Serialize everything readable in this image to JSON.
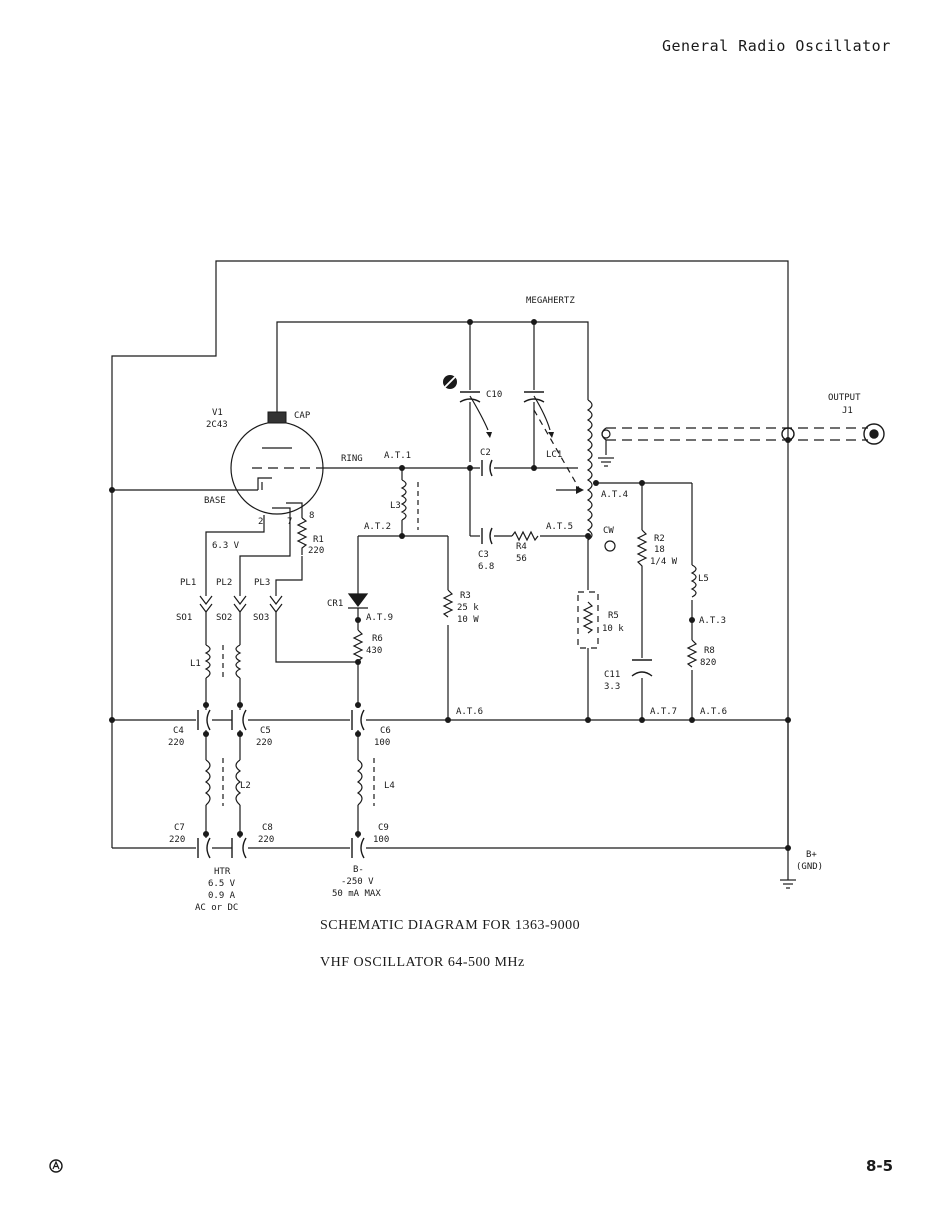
{
  "header": {
    "title": "General Radio Oscillator"
  },
  "caption": {
    "line1": "SCHEMATIC DIAGRAM FOR 1363-9000",
    "line2": "VHF OSCILLATOR 64-500 MHz"
  },
  "page_number": "8-5",
  "logo": {
    "icon": "general-radio-logo"
  },
  "labels": {
    "megahertz": "MEGAHERTZ",
    "output": "OUTPUT",
    "j1": "J1",
    "v1": "V1",
    "v1_type": "2C43",
    "cap": "CAP",
    "ring": "RING",
    "base": "BASE",
    "pin2": "2",
    "pin7": "7",
    "pin8": "8",
    "htr_v": "6.3 V",
    "at1": "A.T.1",
    "at2": "A.T.2",
    "at3": "A.T.3",
    "at4": "A.T.4",
    "at5": "A.T.5",
    "at6a": "A.T.6",
    "at6b": "A.T.6",
    "at7": "A.T.7",
    "at9": "A.T.9",
    "c2": "C2",
    "c10": "C10",
    "lc1": "LC1",
    "l3": "L3",
    "r1": "R1",
    "r1_val": "220",
    "c3": "C3",
    "c3_val": "6.8",
    "r4": "R4",
    "r4_val": "56",
    "cw": "CW",
    "r2": "R2",
    "r2_val": "18",
    "r2_w": "1/4 W",
    "l5": "L5",
    "pl1": "PL1",
    "pl2": "PL2",
    "pl3": "PL3",
    "so1": "SO1",
    "so2": "SO2",
    "so3": "SO3",
    "cr1": "CR1",
    "r3": "R3",
    "r3_val": "25 k",
    "r3_w": "10 W",
    "r6": "R6",
    "r6_val": "430",
    "r5": "R5",
    "r5_val": "10 k",
    "r8": "R8",
    "r8_val": "820",
    "c11": "C11",
    "c11_val": "3.3",
    "l1": "L1",
    "c4": "C4",
    "c4_val": "220",
    "c5": "C5",
    "c5_val": "220",
    "c6": "C6",
    "c6_val": "100",
    "l2": "L2",
    "l4": "L4",
    "c7": "C7",
    "c7_val": "220",
    "c8": "C8",
    "c8_val": "220",
    "c9": "C9",
    "c9_val": "100",
    "htr": "HTR",
    "htr_v2": "6.5 V",
    "htr_a": "0.9 A",
    "htr_acdc": "AC or DC",
    "bminus": "B-",
    "bminus_v": "-250 V",
    "bminus_ma": "50 mA MAX",
    "bplus": "B+",
    "gnd": "(GND)"
  }
}
